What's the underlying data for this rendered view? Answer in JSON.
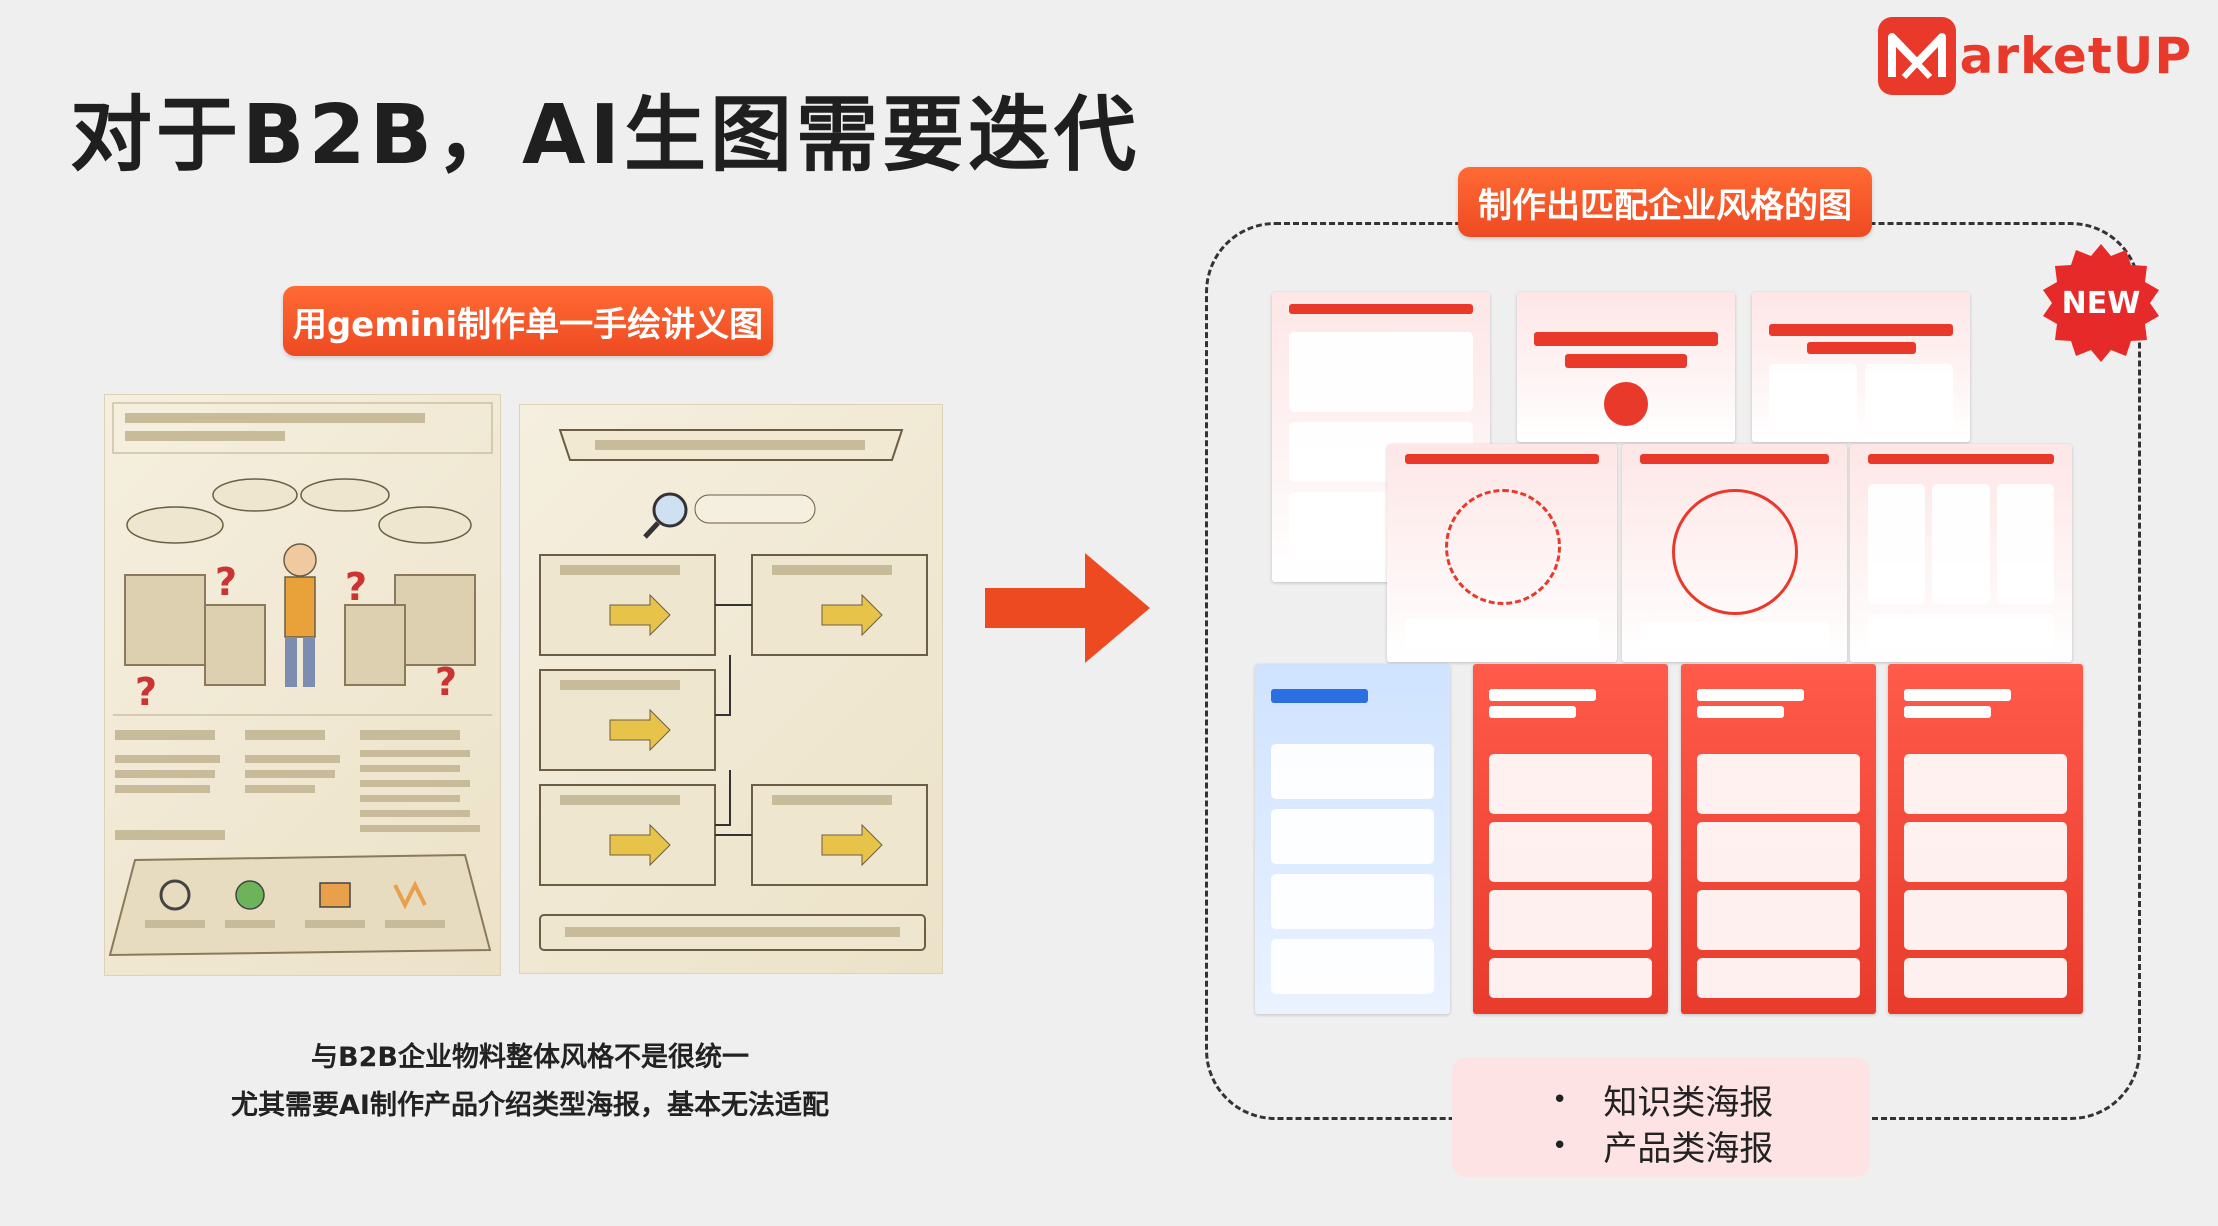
{
  "slide": {
    "title": "对于B2B，AI生图需要迭代"
  },
  "logo": {
    "text": "arketUP",
    "icon": "m-logo-icon"
  },
  "left": {
    "label": "用gemini制作单一手绘讲义图",
    "caption_line1": "与B2B企业物料整体风格不是很统一",
    "caption_line2": "尤其需要AI制作产品介绍类型海报，基本无法适配"
  },
  "right": {
    "label": "制作出匹配企业风格的图",
    "badge": "NEW",
    "bullets": [
      "知识类海报",
      "产品类海报"
    ]
  },
  "colors": {
    "accent": "#ee4a22",
    "brand": "#e8392b",
    "background": "#efefef"
  }
}
